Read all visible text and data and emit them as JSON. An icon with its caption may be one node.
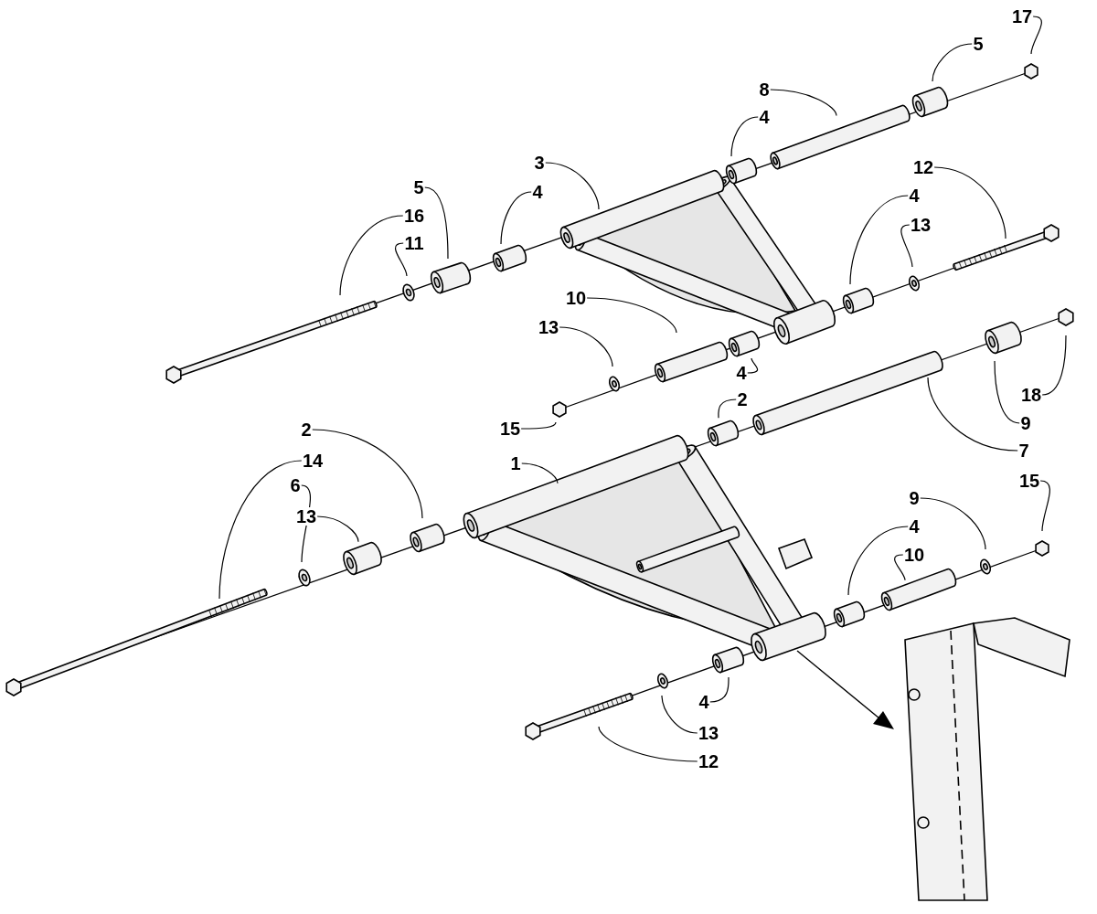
{
  "diagram": {
    "nodes": [
      {
        "text": [
          "17"
        ]
      },
      {
        "text": [
          "5"
        ]
      },
      {
        "text": [
          "8"
        ]
      },
      {
        "text": [
          "4"
        ]
      },
      {
        "text": [
          "3"
        ]
      },
      {
        "text": [
          "12"
        ]
      },
      {
        "text": [
          "5"
        ]
      },
      {
        "text": [
          "4"
        ]
      },
      {
        "text": [
          "4"
        ]
      },
      {
        "text": [
          "16"
        ]
      },
      {
        "text": [
          "13"
        ]
      },
      {
        "text": [
          "11"
        ]
      },
      {
        "text": [
          "10"
        ]
      },
      {
        "text": [
          "13"
        ]
      },
      {
        "text": [
          "4"
        ]
      },
      {
        "text": [
          "18"
        ]
      },
      {
        "text": [
          "2"
        ]
      },
      {
        "text": [
          "9"
        ]
      },
      {
        "text": [
          "15"
        ]
      },
      {
        "text": [
          "2"
        ]
      },
      {
        "text": [
          "7"
        ]
      },
      {
        "text": [
          "14"
        ]
      },
      {
        "text": [
          "1"
        ]
      },
      {
        "text": [
          "15"
        ]
      },
      {
        "text": [
          "6"
        ]
      },
      {
        "text": [
          "13"
        ]
      },
      {
        "text": [
          "9"
        ]
      },
      {
        "text": [
          "4"
        ]
      },
      {
        "text": [
          "10"
        ]
      },
      {
        "text": [
          "4"
        ]
      },
      {
        "text": [
          "13"
        ]
      },
      {
        "text": [
          "12"
        ]
      }
    ],
    "edges": [
      {
        "from": 0,
        "to": null,
        "arrow": "none"
      },
      {
        "from": 1,
        "to": null,
        "arrow": "none"
      },
      {
        "from": 2,
        "to": null,
        "arrow": "none"
      },
      {
        "from": 3,
        "to": null,
        "arrow": "none"
      },
      {
        "from": 4,
        "to": null,
        "arrow": "none"
      },
      {
        "from": 5,
        "to": null,
        "arrow": "none"
      },
      {
        "from": 6,
        "to": null,
        "arrow": "none"
      },
      {
        "from": 7,
        "to": null,
        "arrow": "none"
      },
      {
        "from": 8,
        "to": null,
        "arrow": "none"
      },
      {
        "from": 9,
        "to": null,
        "arrow": "none"
      },
      {
        "from": 10,
        "to": null,
        "arrow": "none"
      },
      {
        "from": 11,
        "to": null,
        "arrow": "none"
      },
      {
        "from": 12,
        "to": null,
        "arrow": "none"
      },
      {
        "from": 13,
        "to": null,
        "arrow": "none"
      },
      {
        "from": 14,
        "to": null,
        "arrow": "none"
      },
      {
        "from": 15,
        "to": null,
        "arrow": "none"
      },
      {
        "from": 16,
        "to": null,
        "arrow": "none"
      },
      {
        "from": 17,
        "to": null,
        "arrow": "none"
      },
      {
        "from": 18,
        "to": null,
        "arrow": "none"
      },
      {
        "from": 19,
        "to": null,
        "arrow": "none"
      },
      {
        "from": 20,
        "to": null,
        "arrow": "none"
      },
      {
        "from": 21,
        "to": null,
        "arrow": "none"
      },
      {
        "from": 22,
        "to": null,
        "arrow": "none"
      },
      {
        "from": 23,
        "to": null,
        "arrow": "none"
      },
      {
        "from": 24,
        "to": null,
        "arrow": "none"
      },
      {
        "from": 25,
        "to": null,
        "arrow": "none"
      },
      {
        "from": 26,
        "to": null,
        "arrow": "none"
      },
      {
        "from": 27,
        "to": null,
        "arrow": "none"
      },
      {
        "from": 28,
        "to": null,
        "arrow": "none"
      },
      {
        "from": 29,
        "to": null,
        "arrow": "none"
      },
      {
        "from": 30,
        "to": null,
        "arrow": "none"
      },
      {
        "from": 31,
        "to": null,
        "arrow": "none"
      }
    ]
  }
}
